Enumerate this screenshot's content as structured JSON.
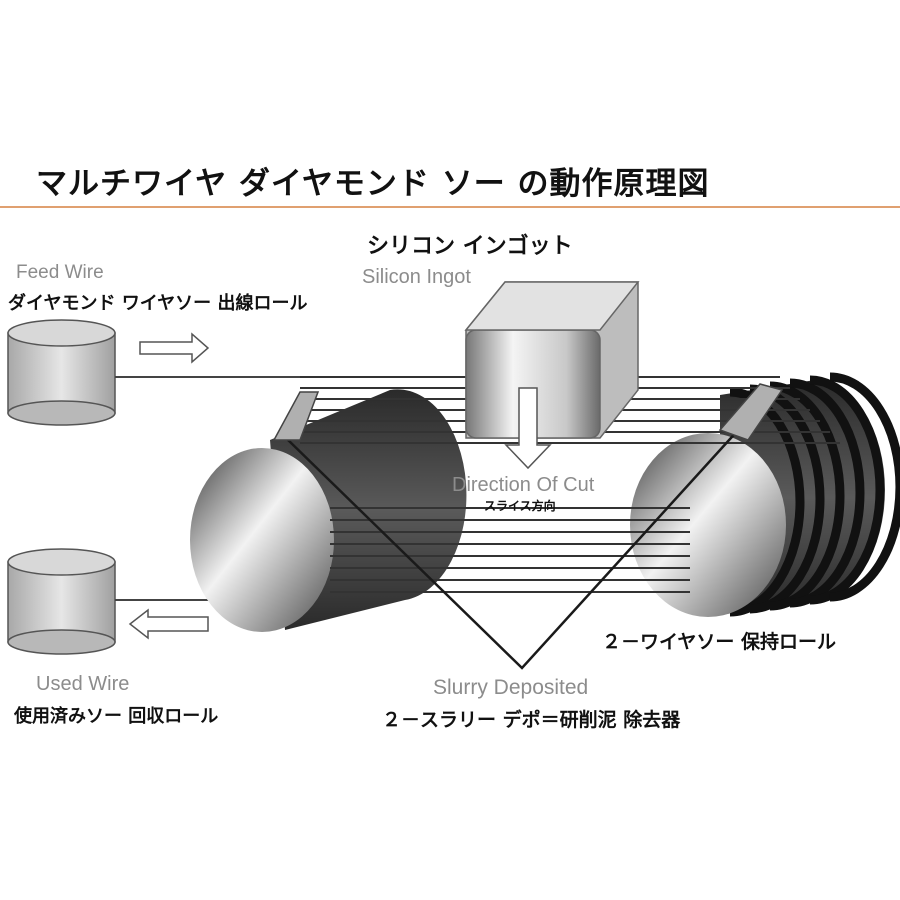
{
  "title": "マルチワイヤ ダイヤモンド ソー の動作原理図",
  "labels": {
    "ingot_jp": "シリコン インゴット",
    "ingot_en": "Silicon Ingot",
    "feed_en": "Feed Wire",
    "feed_jp": "ダイヤモンド ワイヤソー 出線ロール",
    "cut_en": "Direction Of Cut",
    "cut_jp": "スライス方向",
    "roll_jp": "２－ワイヤソー 保持ロール",
    "used_en": "Used Wire",
    "used_jp": "使用済みソー 回収ロール",
    "slurry_en": "Slurry Deposited",
    "slurry_jp": "２－スラリー デポ＝研削泥 除去器"
  }
}
